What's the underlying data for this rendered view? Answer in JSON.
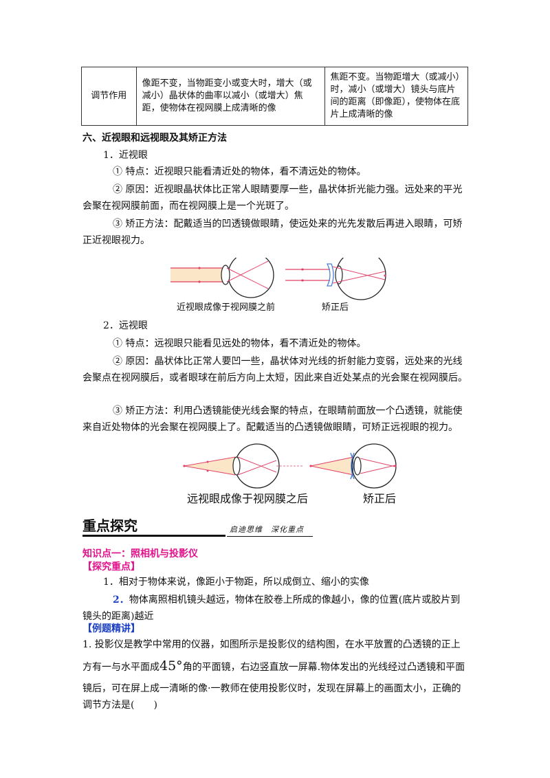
{
  "table": {
    "label": "调节作用",
    "col_eye": "像距不变，当物距变小或变大时，增大（或减小）晶状体的曲率以减小（或增大）焦距，使物体在视网膜上成清晰的像",
    "col_camera": "焦距不变。当物距增大（或减小）时，减小（或增大）镜头与底片间的距离（即像距），使物体在底片上成清晰的像"
  },
  "section6": {
    "title": "六、近视眼和远视眼及其矫正方法",
    "myopia": {
      "heading": "1．近视眼",
      "feature": "① 特点：近视眼只能看清近处的物体，看不清远处的物体。",
      "cause": "② 原因：近视眼晶状体比正常人眼睛要厚一些，晶状体折光能力强。远处来的平光会聚在视网膜前面，而在视网膜上是一个光斑了。",
      "correction": "③ 矫正方法：配戴适当的凹透镜做眼睛，使远处来的光先发散后再进入眼睛，可矫正近视眼视力。",
      "caption_left": "近视眼成像于视网膜之前",
      "caption_right": "矫正后"
    },
    "hyperopia": {
      "heading": "2．远视眼",
      "feature": "① 特点：远视眼只能看见远处的物体，看不清近处的物体。",
      "cause": "② 原因：晶状体比正常人要凹一些，晶状体对光线的折射能力变弱，远处来的光线会聚点在视网膜后，或者眼球在前后方向上太短，因此来自近处某点的光会聚在视网膜后。",
      "correction": "③ 矫正方法：利用凸透镜能使光线会聚的特点，在眼睛前面放一个凸透镜，就能使来自近处物体的光会聚在视网膜上了。配戴适当的凸透镜做眼睛，可矫正远视眼的视力。",
      "caption_left": "远视眼成像于视网膜之后",
      "caption_right": "矫正后"
    }
  },
  "focus": {
    "title": "重点探究",
    "subtitle": "启迪思维　深化重点",
    "knowledge_point": "知识点一：照相机与投影仪",
    "explore_label": "【探究重点】",
    "point1": "1．相对于物体来说，像距小于物距，所以成倒立、缩小的实像",
    "point2_num": "2．",
    "point2": "物体离照相机镜头越远，物体在胶卷上所成的像越小，像的位置(底片或胶片到镜头的距离)越近",
    "example_label": "【例题精讲】",
    "example_line1": "1. 投影仪是教学中常用的仪器，如图所示是投影仪的结构图，在水平放置的凸透镜的正上",
    "example_line2a": "方有一与水平面成",
    "example_angle": "45°",
    "example_line2b": "角的平面镜，右边竖直放一屏幕.物体发出的光线经过凸透镜和平面",
    "example_line3": "镜后，可在屏上成一清晰的像·一教师在使用投影仪时，发现在屏幕上的画面太小，正确的",
    "example_line4": "调节方法是(　　)"
  },
  "colors": {
    "accent": "#e0148c",
    "ray": "#e0446a",
    "beam": "#fbe7c8",
    "lens_blue": "#4a7fd6"
  }
}
